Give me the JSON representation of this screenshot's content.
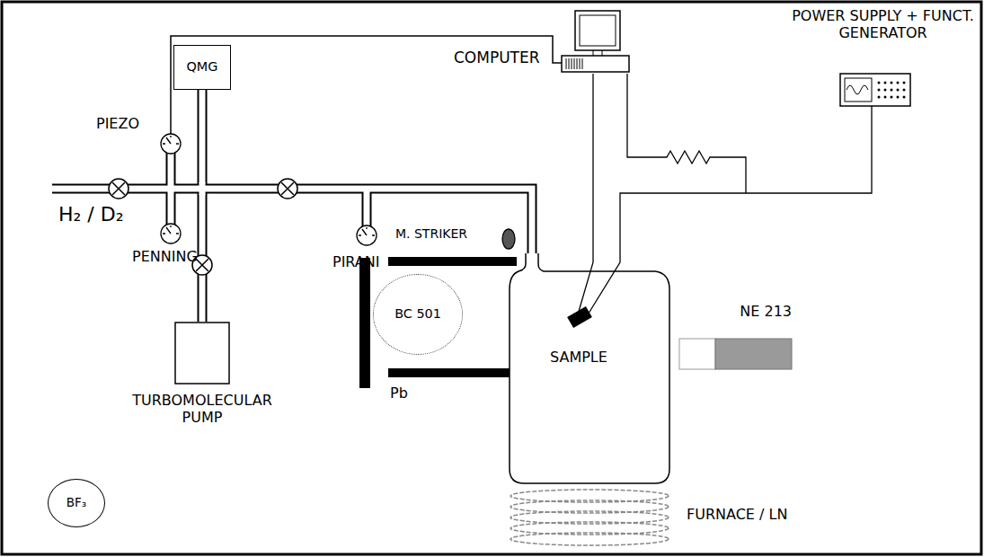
{
  "diagram": {
    "nodes": [
      {
        "text": [
          "COMPUTER"
        ]
      },
      {
        "text": [
          "POWER SUPPLY + FUNCT. GENERATOR"
        ]
      },
      {
        "text": [
          "QMG"
        ]
      },
      {
        "text": [
          "BC 501"
        ]
      },
      {
        "text": [
          "SAMPLE"
        ]
      },
      {
        "text": [
          "NE 213"
        ]
      },
      {
        "text": [
          "TURBOMOLECULAR PUMP"
        ]
      },
      {
        "text": [
          "BF₃"
        ]
      }
    ],
    "edges": [
      {
        "from": 2,
        "to": 6,
        "arrow": "none"
      },
      {
        "from": 0,
        "to": 4,
        "arrow": "none"
      },
      {
        "from": 1,
        "to": 4,
        "arrow": "none"
      }
    ],
    "labels": [
      "H₂ / D₂",
      "PIEZO",
      "PENNING",
      "PIRANI",
      "M. STRIKER",
      "Pb",
      "FURNACE / LN"
    ]
  }
}
